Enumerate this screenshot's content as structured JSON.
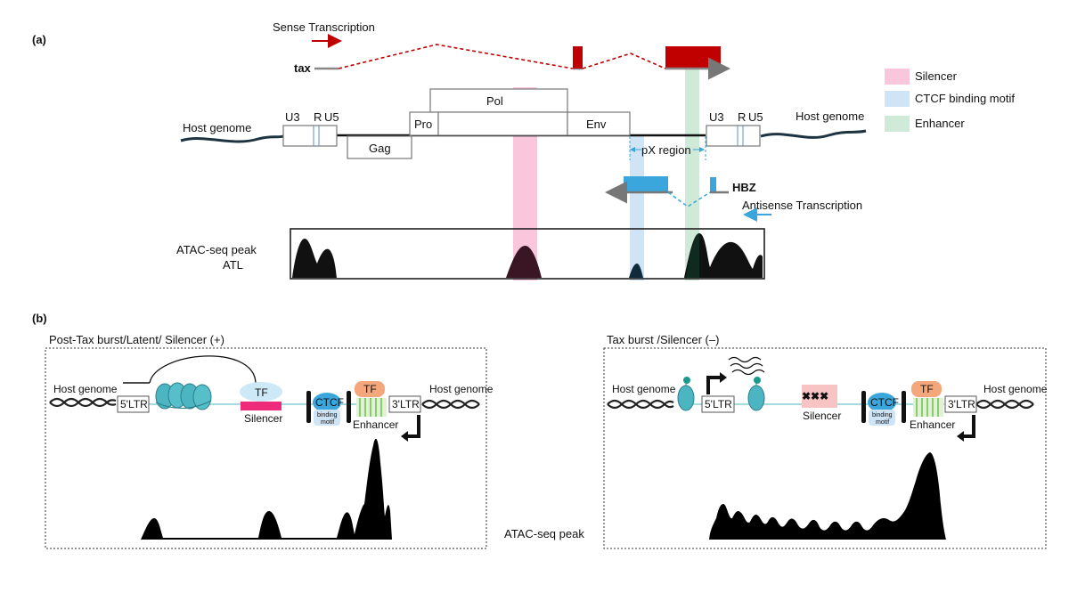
{
  "panel_a": {
    "label": "(a)",
    "sense_transcription": "Sense Transcription",
    "tax_label": "tax",
    "antisense_transcription": "Antisense Transcription",
    "hbz_label": "HBZ",
    "host_genome_left": "Host genome",
    "host_genome_right": "Host genome",
    "ltr_left": {
      "u3": "U3",
      "r": "R",
      "u5": "U5"
    },
    "ltr_right": {
      "u3": "U3",
      "r": "R",
      "u5": "U5"
    },
    "genes": {
      "gag": "Gag",
      "pol": "Pol",
      "pro": "Pro",
      "env": "Env"
    },
    "px_region": "pX region",
    "atac_label_line1": "ATAC-seq peak",
    "atac_label_line2": "ATL",
    "legend": [
      {
        "label": "Silencer",
        "color": "#f9c6dc"
      },
      {
        "label": "CTCF binding motif",
        "color": "#cfe5f5"
      },
      {
        "label": "Enhancer",
        "color": "#cfead9"
      }
    ]
  },
  "panel_b": {
    "label": "(b)",
    "left": {
      "title": "Post-Tax burst/Latent/ Silencer (+)",
      "host_genome_left": "Host genome",
      "host_genome_right": "Host genome",
      "ltr5": "5'LTR",
      "ltr3": "3'LTR",
      "tf_silencer": "TF",
      "silencer": "Silencer",
      "ctcf": "CTCF",
      "binding": "binding",
      "motif": "motif",
      "tf_enhancer": "TF",
      "enhancer": "Enhancer"
    },
    "right": {
      "title": "Tax burst /Silencer (–)",
      "host_genome_left": "Host genome",
      "host_genome_right": "Host genome",
      "ltr5": "5'LTR",
      "ltr3": "3'LTR",
      "silencer_marks": "✖✖✖",
      "silencer": "Silencer",
      "ctcf": "CTCF",
      "binding": "binding",
      "motif": "motif",
      "tf_enhancer": "TF",
      "enhancer": "Enhancer"
    },
    "atac_label": "ATAC-seq peak"
  },
  "colors": {
    "sense_red": "#c00000",
    "antisense_blue": "#3aa6dc",
    "silencer_pink": "#f9c6dc",
    "ctcf_blue": "#cfe5f5",
    "enhancer_green": "#cfead9",
    "tf_orange": "#f4a77a",
    "tf_lightblue": "#cde8f7",
    "nucleosome": "#4bb5c1"
  }
}
